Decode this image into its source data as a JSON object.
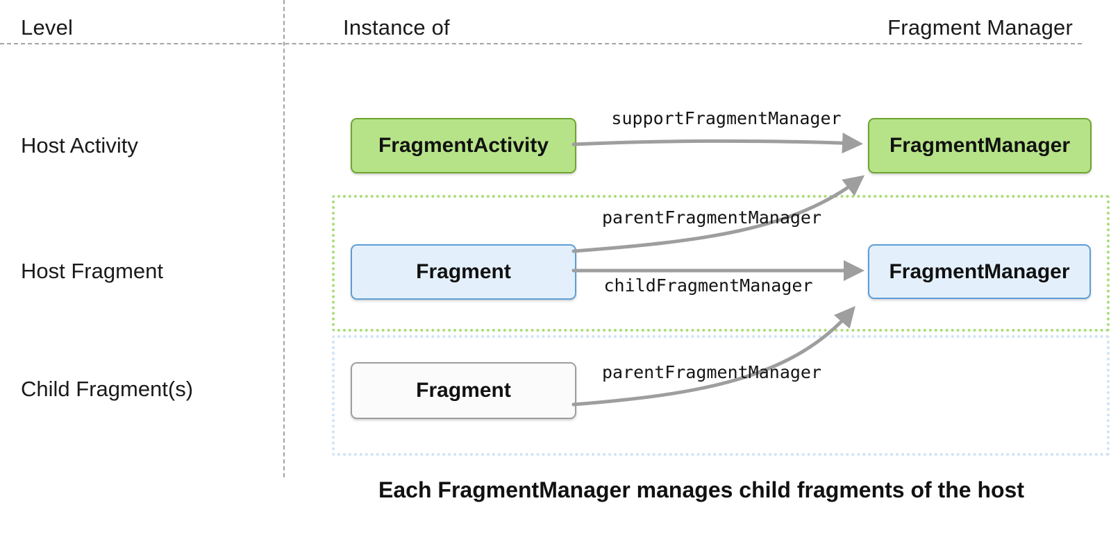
{
  "table": {
    "col_headers": {
      "level": "Level",
      "instance_of": "Instance of",
      "fragment_manager": "Fragment Manager"
    },
    "rows": [
      {
        "label": "Host Activity"
      },
      {
        "label": "Host Fragment"
      },
      {
        "label": "Child Fragment(s)"
      }
    ]
  },
  "diagram": {
    "boxes": {
      "fragment_activity": {
        "label": "FragmentActivity",
        "fill": "#b6e388",
        "border": "#6ea531"
      },
      "activity_fragment_manager": {
        "label": "FragmentManager",
        "fill": "#b6e388",
        "border": "#6ea531"
      },
      "host_fragment": {
        "label": "Fragment",
        "fill": "#e3f0fc",
        "border": "#5d9dd5"
      },
      "host_fragment_manager": {
        "label": "FragmentManager",
        "fill": "#e3f0fc",
        "border": "#5d9dd5"
      },
      "child_fragment": {
        "label": "Fragment",
        "fill": "#fbfbfb",
        "border": "#9e9e9e"
      }
    },
    "arrows": {
      "support_fragment_manager": "supportFragmentManager",
      "parent_fragment_manager_host": "parentFragmentManager",
      "child_fragment_manager": "childFragmentManager",
      "parent_fragment_manager_child": "parentFragmentManager"
    },
    "containers": {
      "host_fragment_border": "#a9dc78",
      "child_fragment_border": "#cfe3f6"
    },
    "arrow_color": "#9e9e9e"
  },
  "caption": "Each FragmentManager manages child fragments of the host"
}
